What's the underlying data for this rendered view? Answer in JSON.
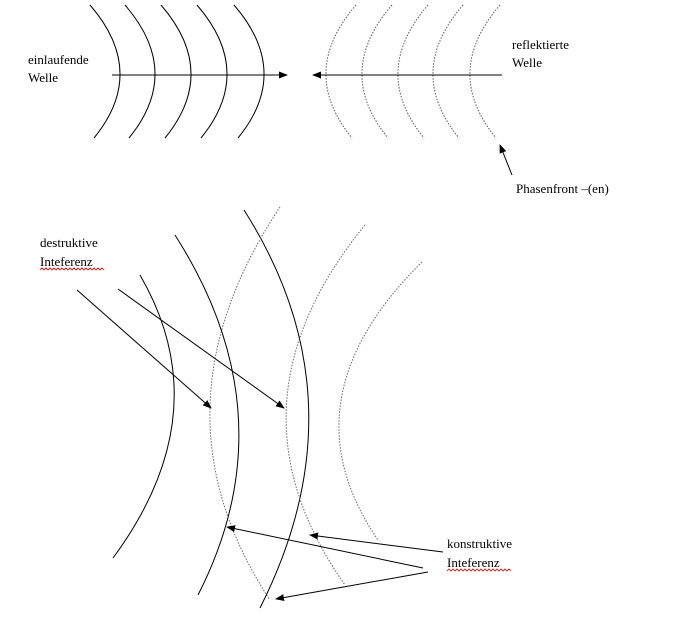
{
  "labels": {
    "incoming_line1": "einlaufende",
    "incoming_line2": "Welle",
    "reflected_line1": "reflektierte",
    "reflected_line2": "Welle",
    "phasefront": "Phasenfront –(en)",
    "destructive_line1": "destruktive",
    "destructive_line2": "Inteferenz",
    "constructive_line1": "konstruktive",
    "constructive_line2": "Inteferenz"
  },
  "colors": {
    "ink": "#000000",
    "spellcheck": "#d40000"
  }
}
